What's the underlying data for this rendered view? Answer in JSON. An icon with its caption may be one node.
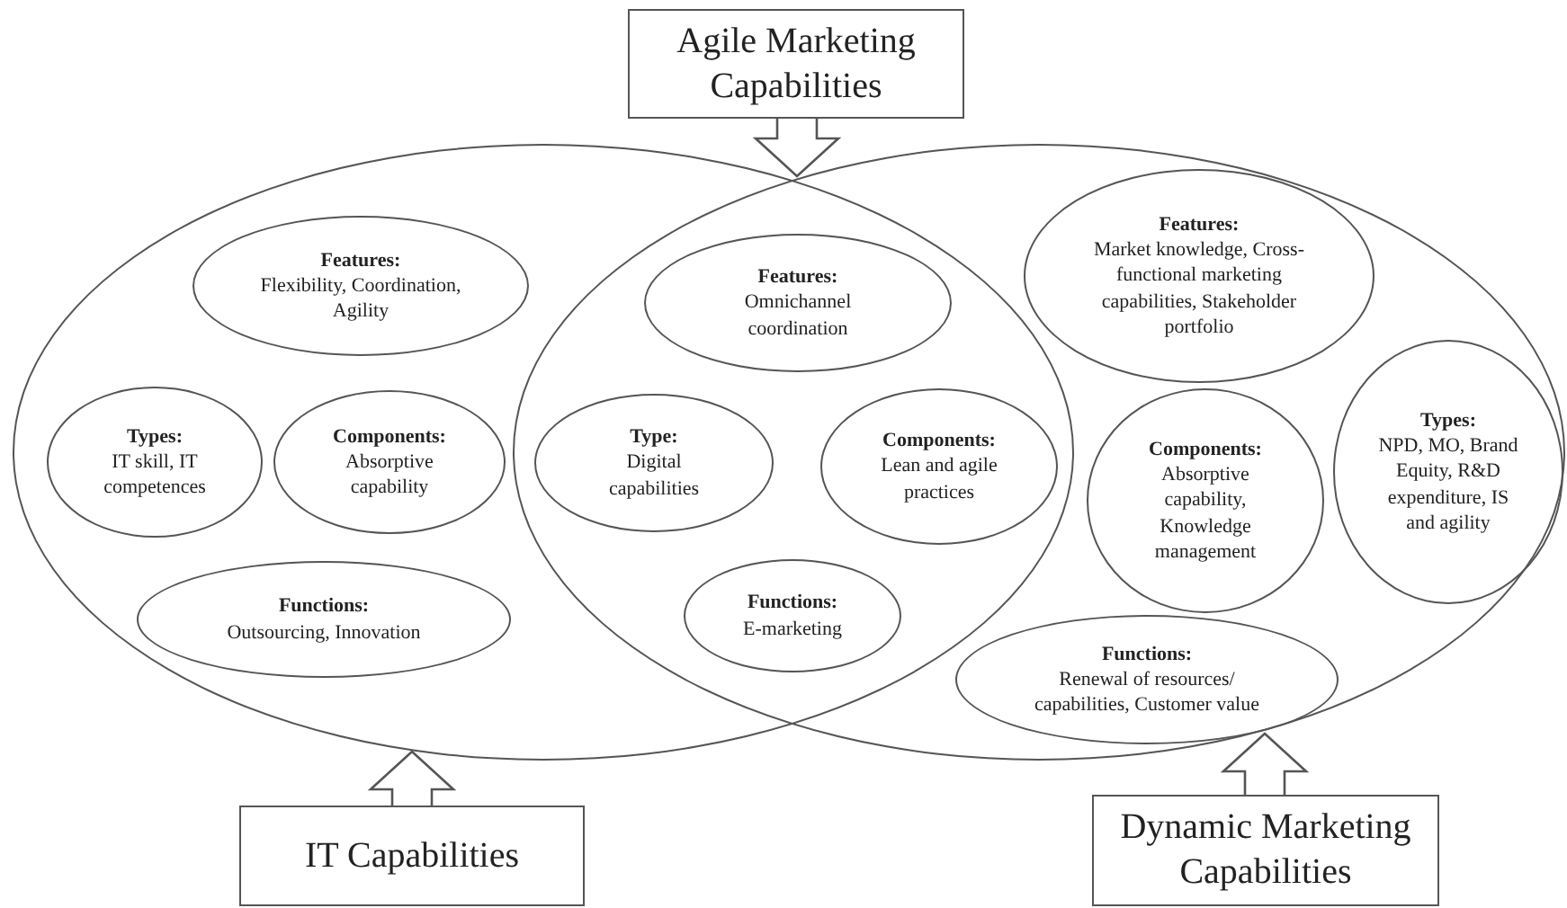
{
  "diagram": {
    "nodes": [
      {
        "text": [
          "Agile Marketing Capabilities"
        ]
      },
      {
        "text": [],
        "shape": "ellipse"
      },
      {
        "text": [],
        "shape": "ellipse"
      },
      {
        "text": [
          "Features:",
          "Flexibility, Coordination, Agility"
        ],
        "in": 1
      },
      {
        "text": [
          "Types:",
          "IT skill, IT competences"
        ],
        "in": 1
      },
      {
        "text": [
          "Components:",
          "Absorptive capability"
        ],
        "in": 1
      },
      {
        "text": [
          "Functions:",
          "Outsourcing, Innovation"
        ],
        "in": 1
      },
      {
        "text": [
          "Features:",
          "Omnichannel coordination"
        ]
      },
      {
        "text": [
          "Type:",
          "Digital capabilities"
        ]
      },
      {
        "text": [
          "Components:",
          "Lean and agile practices"
        ]
      },
      {
        "text": [
          "Functions:",
          "E-marketing"
        ]
      },
      {
        "text": [
          "Features:",
          "Market knowledge, Cross-functional marketing capabilities, Stakeholder portfolio"
        ],
        "in": 2
      },
      {
        "text": [
          "Components:",
          "Absorptive capability, Knowledge management"
        ],
        "in": 2
      },
      {
        "text": [
          "Types:",
          "NPD, MO, Brand Equity, R&D expenditure, IS and agility"
        ],
        "in": 2
      },
      {
        "text": [
          "Functions:",
          "Renewal of resources/ capabilities, Customer value"
        ],
        "in": 2
      },
      {
        "text": [
          "IT Capabilities"
        ]
      },
      {
        "text": [
          "Dynamic Marketing Capabilities"
        ]
      }
    ],
    "edges": [
      {
        "from": 0,
        "to": null,
        "arrow": "to"
      },
      {
        "from": 15,
        "to": 1,
        "arrow": "to"
      },
      {
        "from": 16,
        "to": 2,
        "arrow": "to"
      }
    ]
  }
}
